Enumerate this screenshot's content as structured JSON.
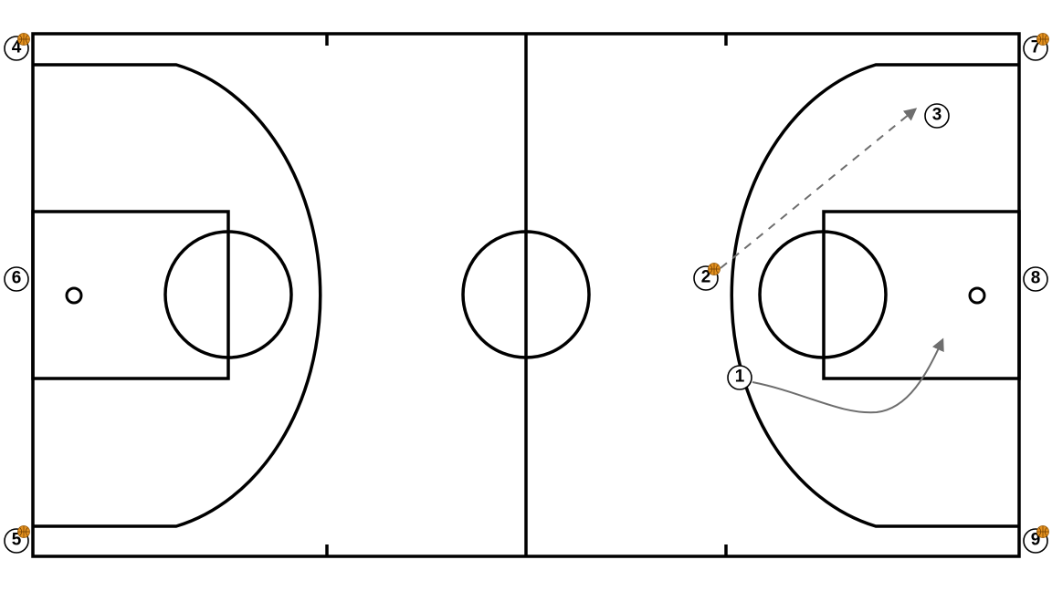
{
  "players": [
    {
      "id": "p1",
      "label": "1",
      "has_ball": false
    },
    {
      "id": "p2",
      "label": "2",
      "has_ball": true
    },
    {
      "id": "p3",
      "label": "3",
      "has_ball": false
    },
    {
      "id": "p4",
      "label": "4",
      "has_ball": true
    },
    {
      "id": "p5",
      "label": "5",
      "has_ball": true
    },
    {
      "id": "p6",
      "label": "6",
      "has_ball": false
    },
    {
      "id": "p7",
      "label": "7",
      "has_ball": true
    },
    {
      "id": "p8",
      "label": "8",
      "has_ball": false
    },
    {
      "id": "p9",
      "label": "9",
      "has_ball": true
    }
  ],
  "actions": [
    {
      "type": "pass",
      "style": "dashed",
      "from": "2",
      "to": "3"
    },
    {
      "type": "cut",
      "style": "solid",
      "from": "1",
      "to": "basket-area"
    }
  ],
  "colors": {
    "court_lines": "#000000",
    "arrows": "#6e6e6e",
    "ball": "#e3911f"
  }
}
